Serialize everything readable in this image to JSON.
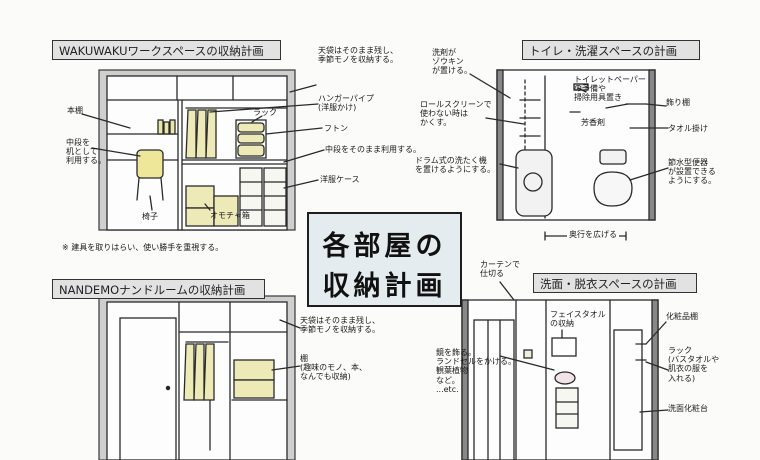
{
  "center_title": {
    "line1": "各部屋の",
    "line2": "収納計画"
  },
  "panels": {
    "work": {
      "title": "WAKUWAKUワークスペースの収納計画",
      "notes": {
        "top_right": "天袋はそのまま残し、\n季節モノを収納する。",
        "pipe": "ハンガーパイプ\n(洋服かけ)",
        "rack": "ラック",
        "futon": "フトン",
        "middle_shelf": "中段をそのまま利用する。",
        "clothes_case": "洋服ケース",
        "bookshelf": "本棚",
        "desk_use": "中段を\n机として\n利用する。",
        "chair": "椅子",
        "toy_box": "オモチャ箱",
        "footnote": "※ 建具を取りはらい、使い勝手を重視する。"
      }
    },
    "toilet": {
      "title": "トイレ・洗濯スペースの計画",
      "notes": {
        "detergent": "洗剤が\nゾウキン\nが置ける。",
        "roll_screen": "ロールスクリーンで\n使わない時は\nかくす。",
        "drum": "ドラム式の洗たく機\nを置けるようにする。",
        "paper": "トイレットペーパー\nの予備や\n掃除用具置き",
        "air_freshener": "芳香剤",
        "decor_shelf": "飾り棚",
        "towel_bar": "タオル掛け",
        "water_saving": "節水型便器\nが設置できる\nようにする。",
        "widen": "奥行を広げる"
      }
    },
    "nandemo": {
      "title": "NANDEMOナンドルームの収納計画",
      "notes": {
        "top_right": "天袋はそのまま残し、\n季節モノを収納する。",
        "shelf": "棚\n(趣味のモノ、本、\nなんでも収納)"
      }
    },
    "wash": {
      "title": "洗面・脱衣スペースの計画",
      "notes": {
        "curtain": "カーテンで\n仕切る",
        "face_towel": "フェイスタオル\nの収納",
        "cosmetics": "化粧品棚",
        "mirror": "鏡を飾る。\nランドセルをかける。\n観葉植物\nなど。\n...etc.",
        "rack": "ラック\n(バスタオルや\n肌衣の服を\n入れる)",
        "vanity": "洗面化粧台"
      }
    }
  }
}
